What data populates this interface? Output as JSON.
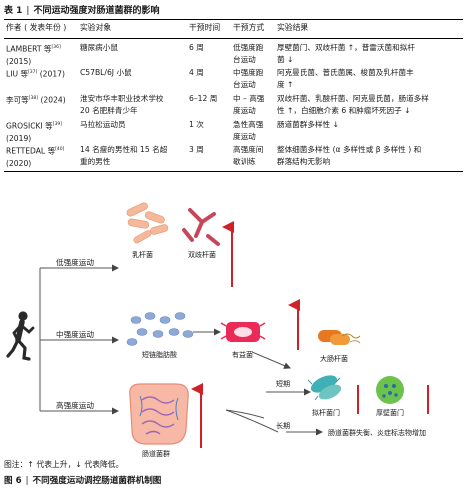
{
  "table": {
    "number": "表 1",
    "title": "不同运动强度对肠道菌群的影响",
    "headers": [
      "作者 ( 发表年份 )",
      "实验对象",
      "干预时间",
      "干预方式",
      "实验结果"
    ],
    "rows": [
      {
        "author": "LAMBERT 等",
        "ref": "[36]",
        "year": "(2015)",
        "subject": [
          "糖尿病小鼠"
        ],
        "time": "6 周",
        "method": [
          "低强度跑",
          "台运动"
        ],
        "result": [
          "厚壁菌门、双歧杆菌 ↑，普雷沃菌和拟杆",
          "菌 ↓"
        ]
      },
      {
        "author": "LIU 等",
        "ref": "[37]",
        "year": "(2017)",
        "subject": [
          "C57BL/6J 小鼠"
        ],
        "time": "4 周",
        "method": [
          "中强度跑",
          "台运动"
        ],
        "result": [
          "阿克曼氏菌、普氏菌属、梭菌及乳杆菌丰",
          "度 ↑"
        ]
      },
      {
        "author": "李可等",
        "ref": "[38]",
        "year": "(2024)",
        "subject": [
          "淮安市华丰职业技术学校",
          "20 名肥胖青少年"
        ],
        "time": "6–12 周",
        "method": [
          "中 – 高强",
          "度运动"
        ],
        "result": [
          "双歧杆菌、乳酸杆菌、阿克曼氏菌，肠道多样",
          "性 ↑，白细胞介素 6 和肿瘤坏死因子 ↓"
        ]
      },
      {
        "author": "GROSICKI 等",
        "ref": "[39]",
        "year": "(2019)",
        "subject": [
          "马拉松运动员"
        ],
        "time": "1 次",
        "method": [
          "急性高强",
          "度运动"
        ],
        "result": [
          "肠道菌群多样性 ↓"
        ]
      },
      {
        "author": "RETTEDAL 等",
        "ref": "[40]",
        "year": "(2020)",
        "subject": [
          "14 名瘦的男性和 15 名超",
          "重的男性"
        ],
        "time": "3 周",
        "method": [
          "高强度间",
          "歇训练"
        ],
        "result": [
          "整体细菌多样性 (α 多样性或 β 多样性 ) 和",
          "群落结构无影响"
        ]
      }
    ]
  },
  "figure": {
    "branches": {
      "low": "低强度运动",
      "mid": "中强度运动",
      "high": "高强度运动"
    },
    "labels": {
      "lactobacillus": "乳杆菌",
      "bifidobacterium": "双歧杆菌",
      "scfa": "短链脂肪酸",
      "beneficial": "有益菌",
      "ecoli": "大肠杆菌",
      "gut_flora": "肠道菌群",
      "short_term": "短期",
      "long_term": "长期",
      "bacteroidetes": "拟杆菌门",
      "firmicutes": "厚壁菌门",
      "long_result": "肠道菌群失衡、炎症标志物增加"
    },
    "note": "图注：↑ 代表上升，↓ 代表降低。",
    "caption_number": "图 6",
    "caption_title": "不同强度运动调控肠道菌群机制图"
  }
}
